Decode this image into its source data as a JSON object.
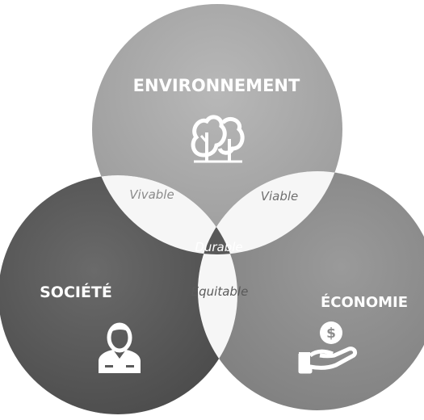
{
  "circles": {
    "environment": {
      "title": "ENVIRONNEMENT",
      "icon": "trees-icon"
    },
    "society": {
      "title": "SOCIÉTÉ",
      "icon": "person-icon"
    },
    "economy": {
      "title": "ÉCONOMIE",
      "icon": "money-hand-icon"
    }
  },
  "intersections": {
    "env_soc": "Vivable",
    "env_eco": "Viable",
    "soc_eco": "Equitable",
    "center": "Durable"
  },
  "colors": {
    "environment": "#a9a9a9",
    "society": "#5a5a5a",
    "economy": "#8e8e8e",
    "pair_overlap": "#f6f6f6",
    "center": "#595959",
    "title_text": "#ffffff",
    "inter_text": "#777777"
  }
}
